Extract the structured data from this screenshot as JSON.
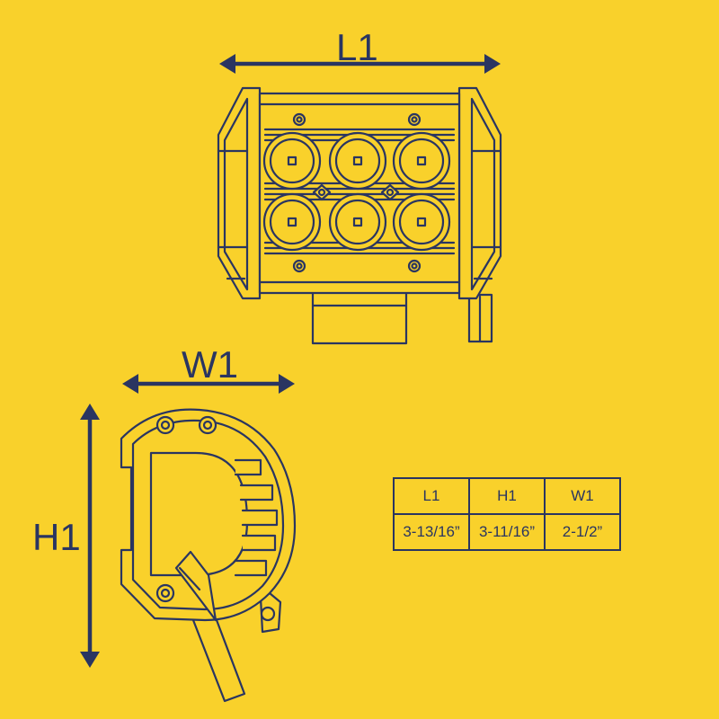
{
  "colors": {
    "background": "#f9d12b",
    "ink": "#2a3561"
  },
  "dimension_labels": {
    "length": "L1",
    "width": "W1",
    "height": "H1"
  },
  "spec_table": {
    "headers": [
      "L1",
      "H1",
      "W1"
    ],
    "values": [
      "3-13/16”",
      "3-11/16”",
      "2-1/2”"
    ]
  }
}
